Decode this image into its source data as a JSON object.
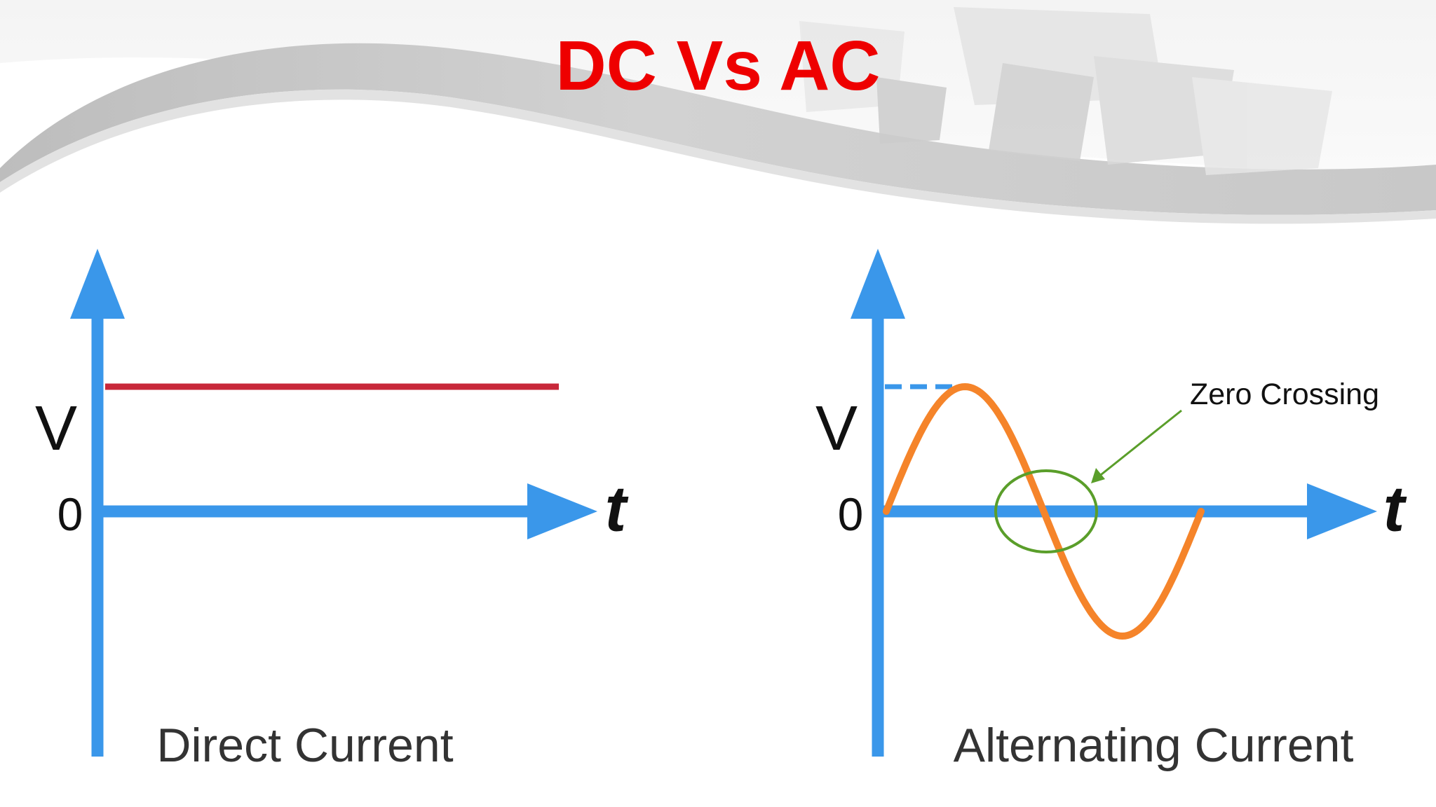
{
  "title": "DC Vs AC",
  "colors": {
    "title": "#ee0000",
    "axis": "#3a97ea",
    "dc_line": "#c8283a",
    "ac_wave": "#f5842a",
    "annotation": "#5a9e2a",
    "label": "#333333",
    "axis_letter": "#111111",
    "banner_light": "#ececec",
    "banner_dark": "#c4c4c4"
  },
  "dc_panel": {
    "y_axis_label": "V",
    "origin_label": "0",
    "x_axis_label": "t",
    "caption": "Direct Current"
  },
  "ac_panel": {
    "y_axis_label": "V",
    "origin_label": "0",
    "x_axis_label": "t",
    "caption": "Alternating Current",
    "annotation": "Zero Crossing"
  }
}
